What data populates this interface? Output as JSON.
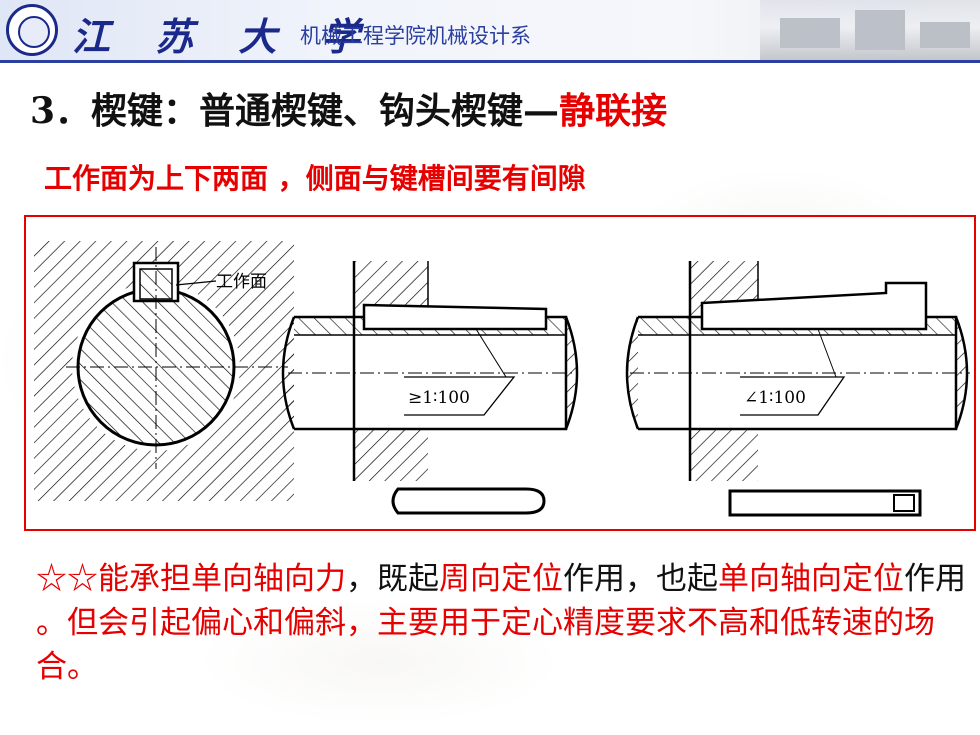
{
  "header": {
    "university": "江 苏 大 学",
    "department": "机械工程学院机械设计系"
  },
  "title": {
    "prefix": "3．楔键：普通楔键、钩头楔键—",
    "highlight": "静联接"
  },
  "subtitle": "工作面为上下两面 ，侧面与键槽间要有间隙",
  "figure": {
    "label_working_face": "工作面",
    "taper_left": "≥1∶100",
    "taper_right": "∠1∶100"
  },
  "paragraph": {
    "p1": "☆☆能承担单向轴向力",
    "p2": "，既起",
    "p3": "周向定位",
    "p4": "作用，也起",
    "p5": "单向轴向定位",
    "p6": "作用 ",
    "p7": "。但会引起偏心和偏斜，主要用于定心精度要求不高和低转速的场合。"
  },
  "colors": {
    "accent_red": "#e60000",
    "header_blue": "#1b2a8a"
  }
}
